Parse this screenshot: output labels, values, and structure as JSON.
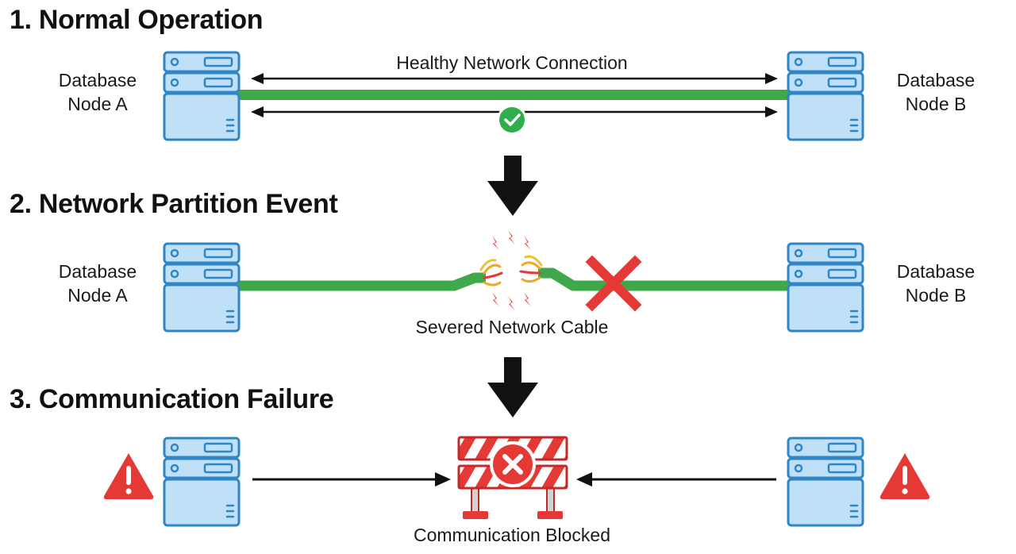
{
  "sections": [
    {
      "heading": "1. Normal Operation",
      "node_a": [
        "Database",
        "Node A"
      ],
      "node_b": [
        "Database",
        "Node B"
      ],
      "connection_label": "Healthy Network Connection",
      "status_icon": "check-circle-icon"
    },
    {
      "heading": "2. Network Partition Event",
      "node_a": [
        "Database",
        "Node A"
      ],
      "node_b": [
        "Database",
        "Node B"
      ],
      "cable_label": "Severed Network Cable",
      "status_icon": "red-x-icon"
    },
    {
      "heading": "3. Communication Failure",
      "blocked_label": "Communication Blocked",
      "warning_icon": "warning-triangle-icon",
      "barrier_icon": "roadblock-barrier-icon"
    }
  ],
  "colors": {
    "server_fill": "#bfe0f7",
    "server_stroke": "#2f86c6",
    "cable_green": "#3ea84a",
    "check_green": "#2fae4e",
    "alert_red": "#e53935",
    "barrier_red": "#e53935",
    "arrow_black": "#111111"
  }
}
